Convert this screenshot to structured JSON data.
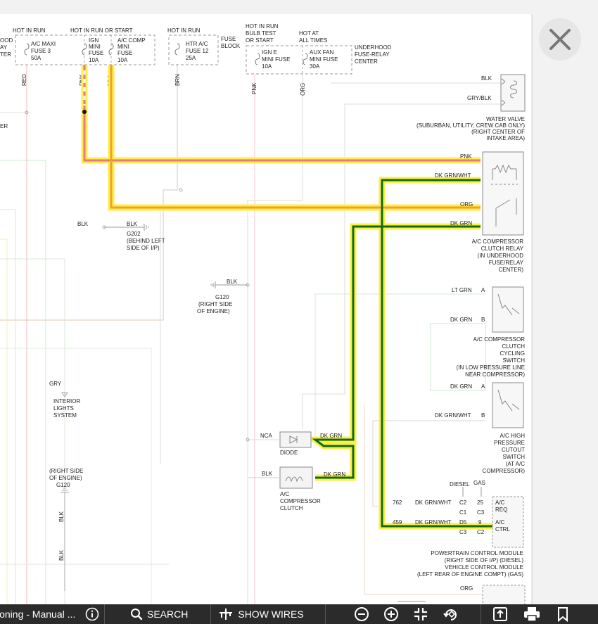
{
  "fuse_panel": {
    "col_labels": [
      "HOT IN RUN",
      "HOT IN RUN OR START",
      "HOT IN RUN"
    ],
    "fuse_block_label": [
      "FUSE",
      "BLOCK"
    ],
    "left_cut": [
      "OOD",
      "AY",
      "TER"
    ],
    "fuses": [
      {
        "name": "A/C MAXI",
        "line2": "FUSE 3",
        "rating": "50A"
      },
      {
        "name": "IGN",
        "line2": "MINI",
        "line3": "FUSE",
        "rating": "10A"
      },
      {
        "name": "A/C COMP",
        "line2": "MINI",
        "line3": "FUSE",
        "rating": "10A"
      },
      {
        "name": "HTR A/C",
        "line2": "FUSE 12",
        "rating": "25A"
      }
    ]
  },
  "underhood": {
    "label_run": [
      "HOT IN RUN",
      "BULB TEST",
      "OR START"
    ],
    "label_all": [
      "HOT AT",
      "ALL TIMES"
    ],
    "center": [
      "UNDERHOOD",
      "FUSE-RELAY",
      "CENTER"
    ],
    "fuses": [
      {
        "name": "IGN E",
        "line2": "MINI FUSE",
        "rating": "10A"
      },
      {
        "name": "AUX FAN",
        "line2": "MINI FUSE",
        "rating": "30A"
      }
    ]
  },
  "wire_colors": {
    "red": "RED",
    "pnk": "PNK",
    "org": "ORG",
    "brn": "BRN",
    "blk": "BLK",
    "gry_blk": "GRY/BLK",
    "dk_grn_wht": "DK GRN/WHT",
    "dk_grn": "DK GRN",
    "lt_grn": "LT GRN",
    "gry": "GRY",
    "nca": "NCA"
  },
  "left_edge": {
    "er": "ER"
  },
  "components": {
    "water_valve": [
      "WATER VALVE",
      "(SUBURBAN, UTILITY, CREW CAB ONLY)",
      "(RIGHT CENTER OF",
      "INTAKE AREA)"
    ],
    "relay": [
      "A/C COMPRESSOR",
      "CLUTCH RELAY",
      "(IN UNDERHOOD",
      "FUSE/RELAY",
      "CENTER)"
    ],
    "g202": [
      "G202",
      "(BEHIND LEFT",
      "SIDE OF I/P)"
    ],
    "g120_mid": [
      "G120",
      "(RIGHT SIDE",
      "OF ENGINE)"
    ],
    "cycling_switch": [
      "A/C COMPRESSOR",
      "CLUTCH",
      "CYCLING",
      "SWITCH",
      "(IN LOW PRESSURE LINE",
      "NEAR COMPRESSOR)"
    ],
    "cutout_switch": [
      "A/C HIGH",
      "PRESSURE",
      "CUTOUT",
      "SWITCH",
      "(AT A/C",
      "COMPRESSOR)"
    ],
    "interior": [
      "INTERIOR",
      "LIGHTS",
      "SYSTEM"
    ],
    "g120_left": [
      "(RIGHT SIDE",
      "OF ENGINE)",
      "G120"
    ],
    "diode": "DIODE",
    "clutch": [
      "A/C",
      "COMPRESSOR",
      "CLUTCH"
    ],
    "pcm": [
      "POWERTRAIN CONTROL MODULE",
      "(RIGHT SIDE OF I/P)   (DIESEL)",
      "VEHICLE CONTROL MODULE",
      "(LEFT REAR OF ENGINE COMPT)   (GAS)"
    ],
    "pcm_pins": {
      "diesel": "DIESEL",
      "gas": "GAS",
      "c2": "C2",
      "c1": "C1",
      "c3": "C3",
      "d5": "D5",
      "n25": "25",
      "n9": "9",
      "w762": "762",
      "w459": "459",
      "ac_req": [
        "A/C",
        "REQ"
      ],
      "ac_ctrl": [
        "A/C",
        "CTRL"
      ]
    },
    "pin_a": "A",
    "pin_b": "B"
  },
  "toolbar": {
    "title": "ioning - Manual ...",
    "search": "SEARCH",
    "show_wires": "SHOW WIRES"
  }
}
